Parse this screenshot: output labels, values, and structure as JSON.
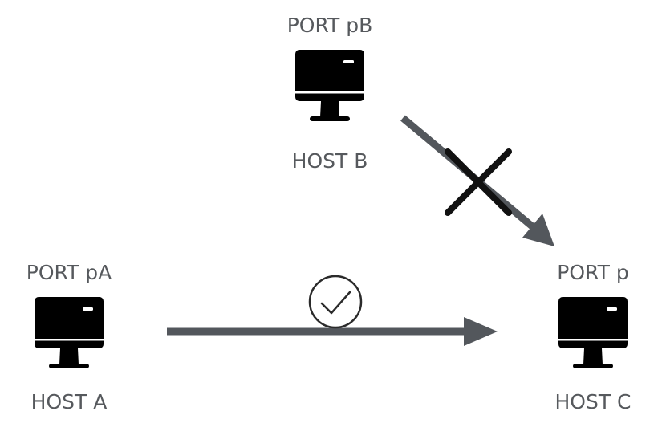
{
  "hosts": [
    {
      "id": "b",
      "port_label": "PORT pB",
      "host_label": "HOST B"
    },
    {
      "id": "a",
      "port_label": "PORT pA",
      "host_label": "HOST A"
    },
    {
      "id": "c",
      "port_label": "PORT p",
      "host_label": "HOST C"
    }
  ],
  "connections": [
    {
      "from": "HOST A",
      "to": "HOST C",
      "status": "allowed",
      "status_icon": "checkmark-circle-icon"
    },
    {
      "from": "HOST B",
      "to": "HOST C",
      "status": "blocked",
      "status_icon": "x-cross-icon"
    }
  ],
  "colors": {
    "text": "#56595d",
    "arrow": "#53575c",
    "icon": "#000000",
    "background": "#ffffff"
  },
  "icons": {
    "host": "desktop-monitor-icon"
  }
}
